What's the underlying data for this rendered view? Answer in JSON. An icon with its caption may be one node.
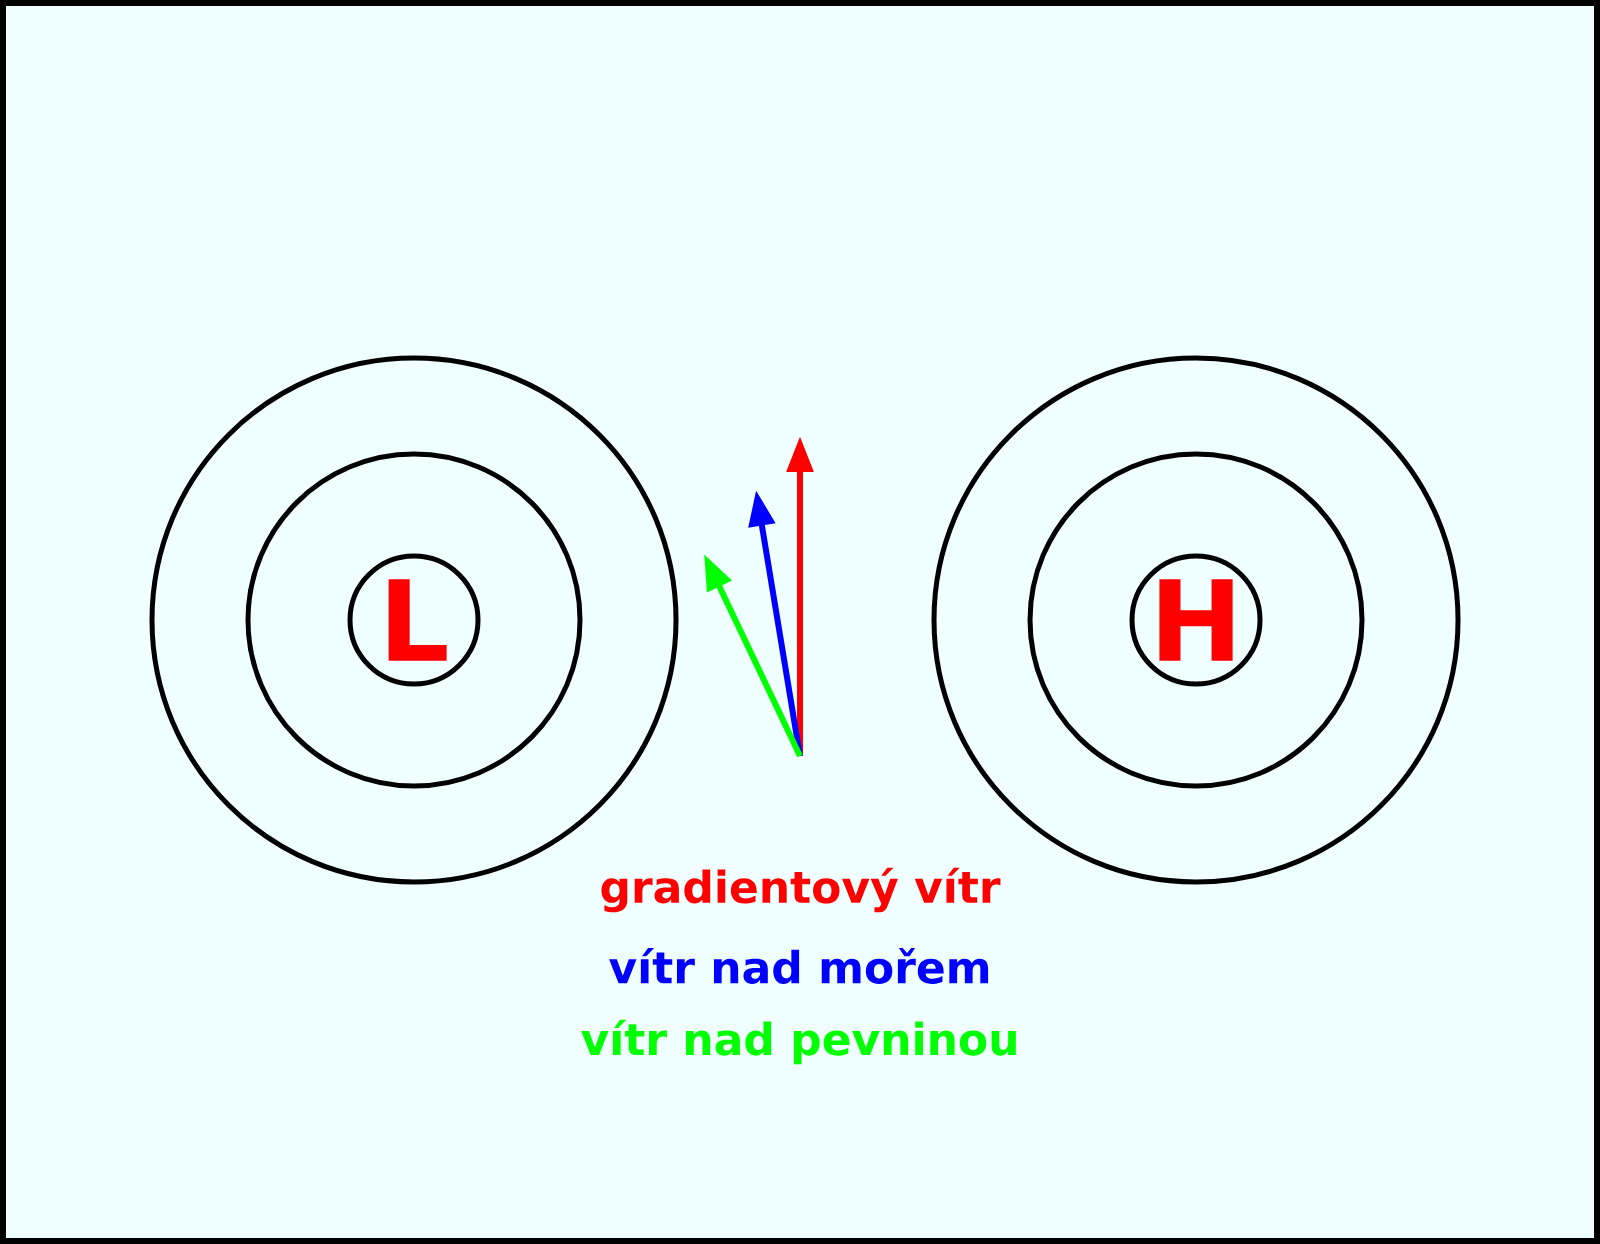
{
  "diagram": {
    "nodes": [
      {
        "text": [
          "L"
        ]
      },
      {
        "text": [
          "H"
        ]
      }
    ],
    "legend": [
      {
        "text": "gradientový vítr",
        "color": "#ff0000"
      },
      {
        "text": "vítr nad mořem",
        "color": "#0000ff"
      },
      {
        "text": "vítr nad pevninou",
        "color": "#00ff00"
      }
    ]
  }
}
